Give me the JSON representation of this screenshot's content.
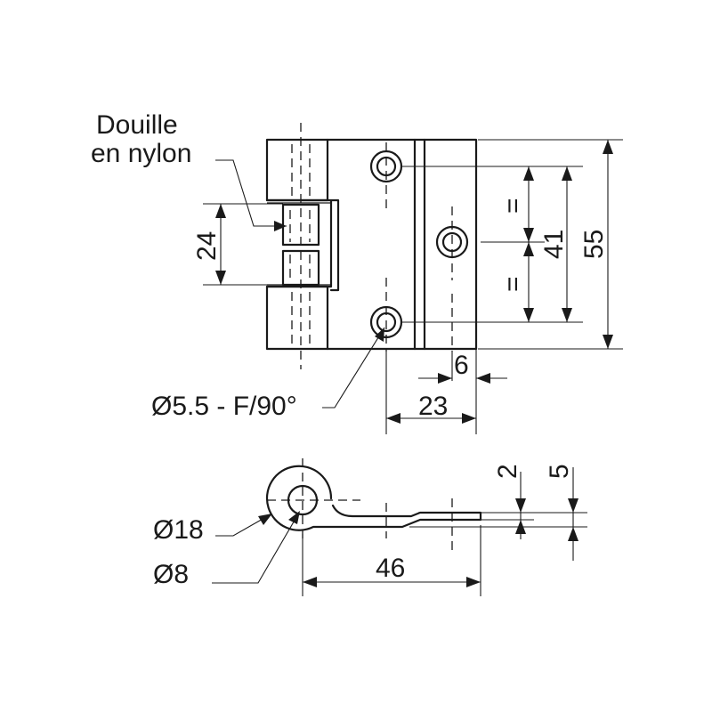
{
  "labels": {
    "bushing_line1": "Douille",
    "bushing_line2": "en nylon",
    "hole_spec": "Ø5.5 - F/90°",
    "dim_24": "24",
    "dim_55": "55",
    "dim_41": "41",
    "equal_top": "=",
    "equal_bottom": "=",
    "dim_6": "6",
    "dim_23": "23",
    "dim_2": "2",
    "dim_5": "5",
    "dia_18": "Ø18",
    "dia_8": "Ø8",
    "dim_46": "46"
  }
}
